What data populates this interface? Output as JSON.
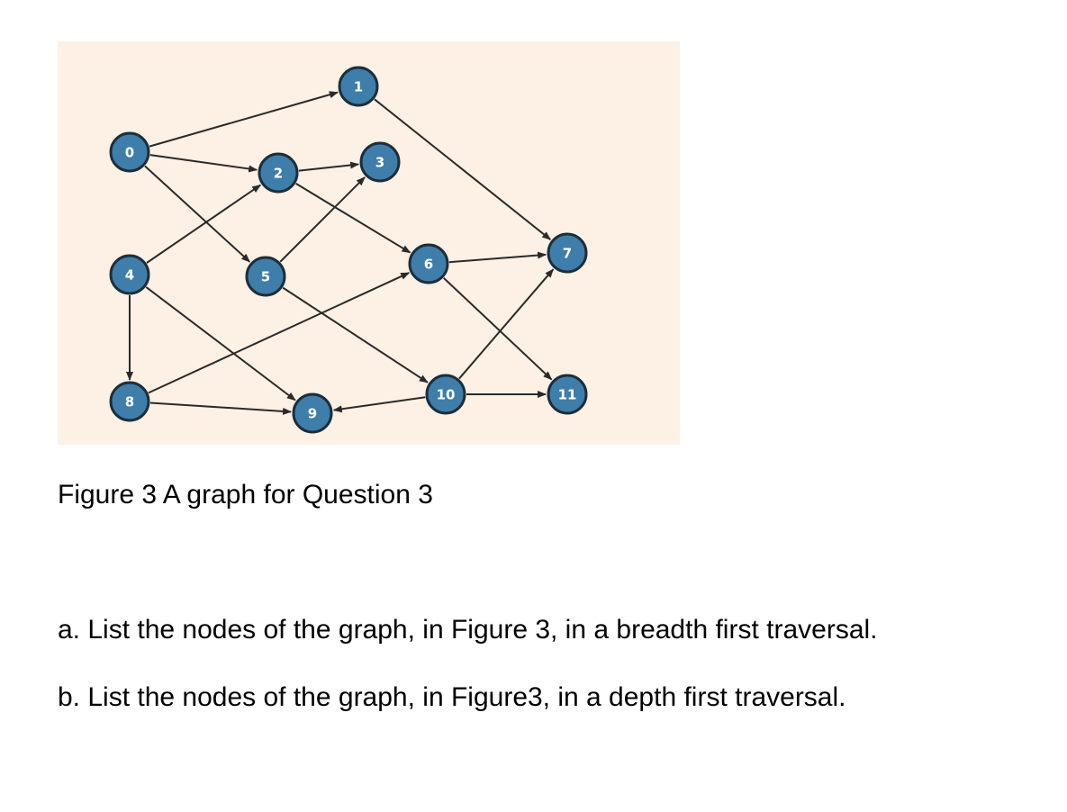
{
  "figure": {
    "caption": "Figure 3 A graph for Question 3",
    "nodes": [
      {
        "id": "0",
        "label": "0"
      },
      {
        "id": "1",
        "label": "1"
      },
      {
        "id": "2",
        "label": "2"
      },
      {
        "id": "3",
        "label": "3"
      },
      {
        "id": "4",
        "label": "4"
      },
      {
        "id": "5",
        "label": "5"
      },
      {
        "id": "6",
        "label": "6"
      },
      {
        "id": "7",
        "label": "7"
      },
      {
        "id": "8",
        "label": "8"
      },
      {
        "id": "9",
        "label": "9"
      },
      {
        "id": "10",
        "label": "10"
      },
      {
        "id": "11",
        "label": "11"
      }
    ],
    "edges": [
      {
        "from": "0",
        "to": "1"
      },
      {
        "from": "0",
        "to": "2"
      },
      {
        "from": "0",
        "to": "5"
      },
      {
        "from": "1",
        "to": "7"
      },
      {
        "from": "2",
        "to": "3"
      },
      {
        "from": "2",
        "to": "6"
      },
      {
        "from": "4",
        "to": "2"
      },
      {
        "from": "4",
        "to": "8"
      },
      {
        "from": "4",
        "to": "9"
      },
      {
        "from": "5",
        "to": "3"
      },
      {
        "from": "5",
        "to": "10"
      },
      {
        "from": "6",
        "to": "7"
      },
      {
        "from": "6",
        "to": "11"
      },
      {
        "from": "8",
        "to": "6"
      },
      {
        "from": "8",
        "to": "9"
      },
      {
        "from": "10",
        "to": "9"
      },
      {
        "from": "10",
        "to": "7"
      },
      {
        "from": "10",
        "to": "11"
      }
    ],
    "colors": {
      "background": "#fdf0e4",
      "node_fill": "#3f7eaa",
      "node_stroke": "#1d2e3a",
      "edge": "#2a2a2a",
      "label": "#ffffff"
    }
  },
  "questions": {
    "a": "a. List the nodes of the graph, in Figure 3, in a breadth first traversal.",
    "b": "b. List the nodes of the graph, in Figure3, in a depth first traversal."
  }
}
